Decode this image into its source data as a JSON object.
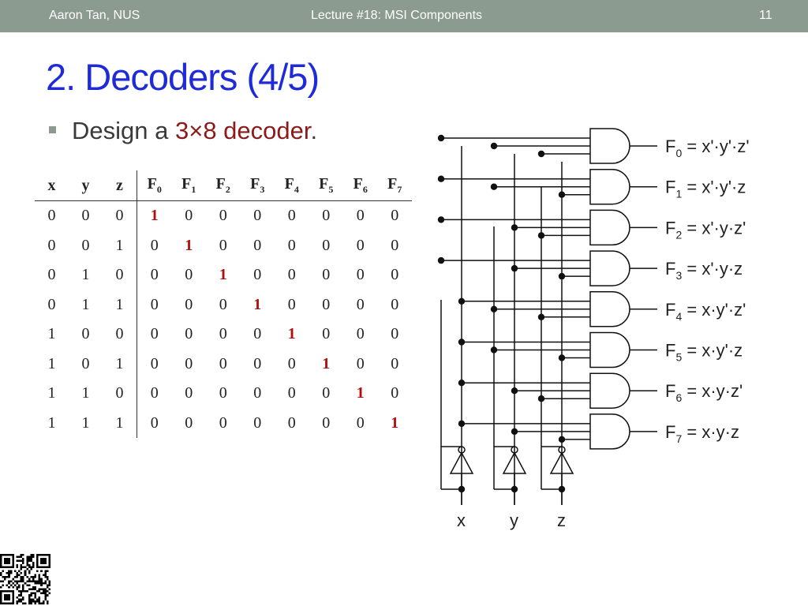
{
  "header": {
    "author": "Aaron Tan, NUS",
    "lecture": "Lecture #18: MSI Components",
    "page_number": "11"
  },
  "slide": {
    "title": "2. Decoders (4/5)",
    "bullet": {
      "prefix": "Design a ",
      "highlight": "3×8 decoder",
      "suffix": "."
    }
  },
  "truth_table": {
    "headers": [
      "x",
      "y",
      "z",
      "F0",
      "F1",
      "F2",
      "F3",
      "F4",
      "F5",
      "F6",
      "F7"
    ],
    "rows": [
      [
        "0",
        "0",
        "0",
        "1",
        "0",
        "0",
        "0",
        "0",
        "0",
        "0",
        "0"
      ],
      [
        "0",
        "0",
        "1",
        "0",
        "1",
        "0",
        "0",
        "0",
        "0",
        "0",
        "0"
      ],
      [
        "0",
        "1",
        "0",
        "0",
        "0",
        "1",
        "0",
        "0",
        "0",
        "0",
        "0"
      ],
      [
        "0",
        "1",
        "1",
        "0",
        "0",
        "0",
        "1",
        "0",
        "0",
        "0",
        "0"
      ],
      [
        "1",
        "0",
        "0",
        "0",
        "0",
        "0",
        "0",
        "1",
        "0",
        "0",
        "0"
      ],
      [
        "1",
        "0",
        "1",
        "0",
        "0",
        "0",
        "0",
        "0",
        "1",
        "0",
        "0"
      ],
      [
        "1",
        "1",
        "0",
        "0",
        "0",
        "0",
        "0",
        "0",
        "0",
        "1",
        "0"
      ],
      [
        "1",
        "1",
        "1",
        "0",
        "0",
        "0",
        "0",
        "0",
        "0",
        "0",
        "1"
      ]
    ]
  },
  "circuit": {
    "inputs": [
      "x",
      "y",
      "z"
    ],
    "outputs": [
      {
        "name": "F",
        "sub": "0",
        "expr": " = x'·y'·z'"
      },
      {
        "name": "F",
        "sub": "1",
        "expr": " = x'·y'·z"
      },
      {
        "name": "F",
        "sub": "2",
        "expr": " = x'·y·z'"
      },
      {
        "name": "F",
        "sub": "3",
        "expr": " = x'·y·z"
      },
      {
        "name": "F",
        "sub": "4",
        "expr": " = x·y'·z'"
      },
      {
        "name": "F",
        "sub": "5",
        "expr": " = x·y'·z"
      },
      {
        "name": "F",
        "sub": "6",
        "expr": " = x·y·z'"
      },
      {
        "name": "F",
        "sub": "7",
        "expr": " = x·y·z"
      }
    ]
  },
  "qr_icon": "qr-code-icon"
}
